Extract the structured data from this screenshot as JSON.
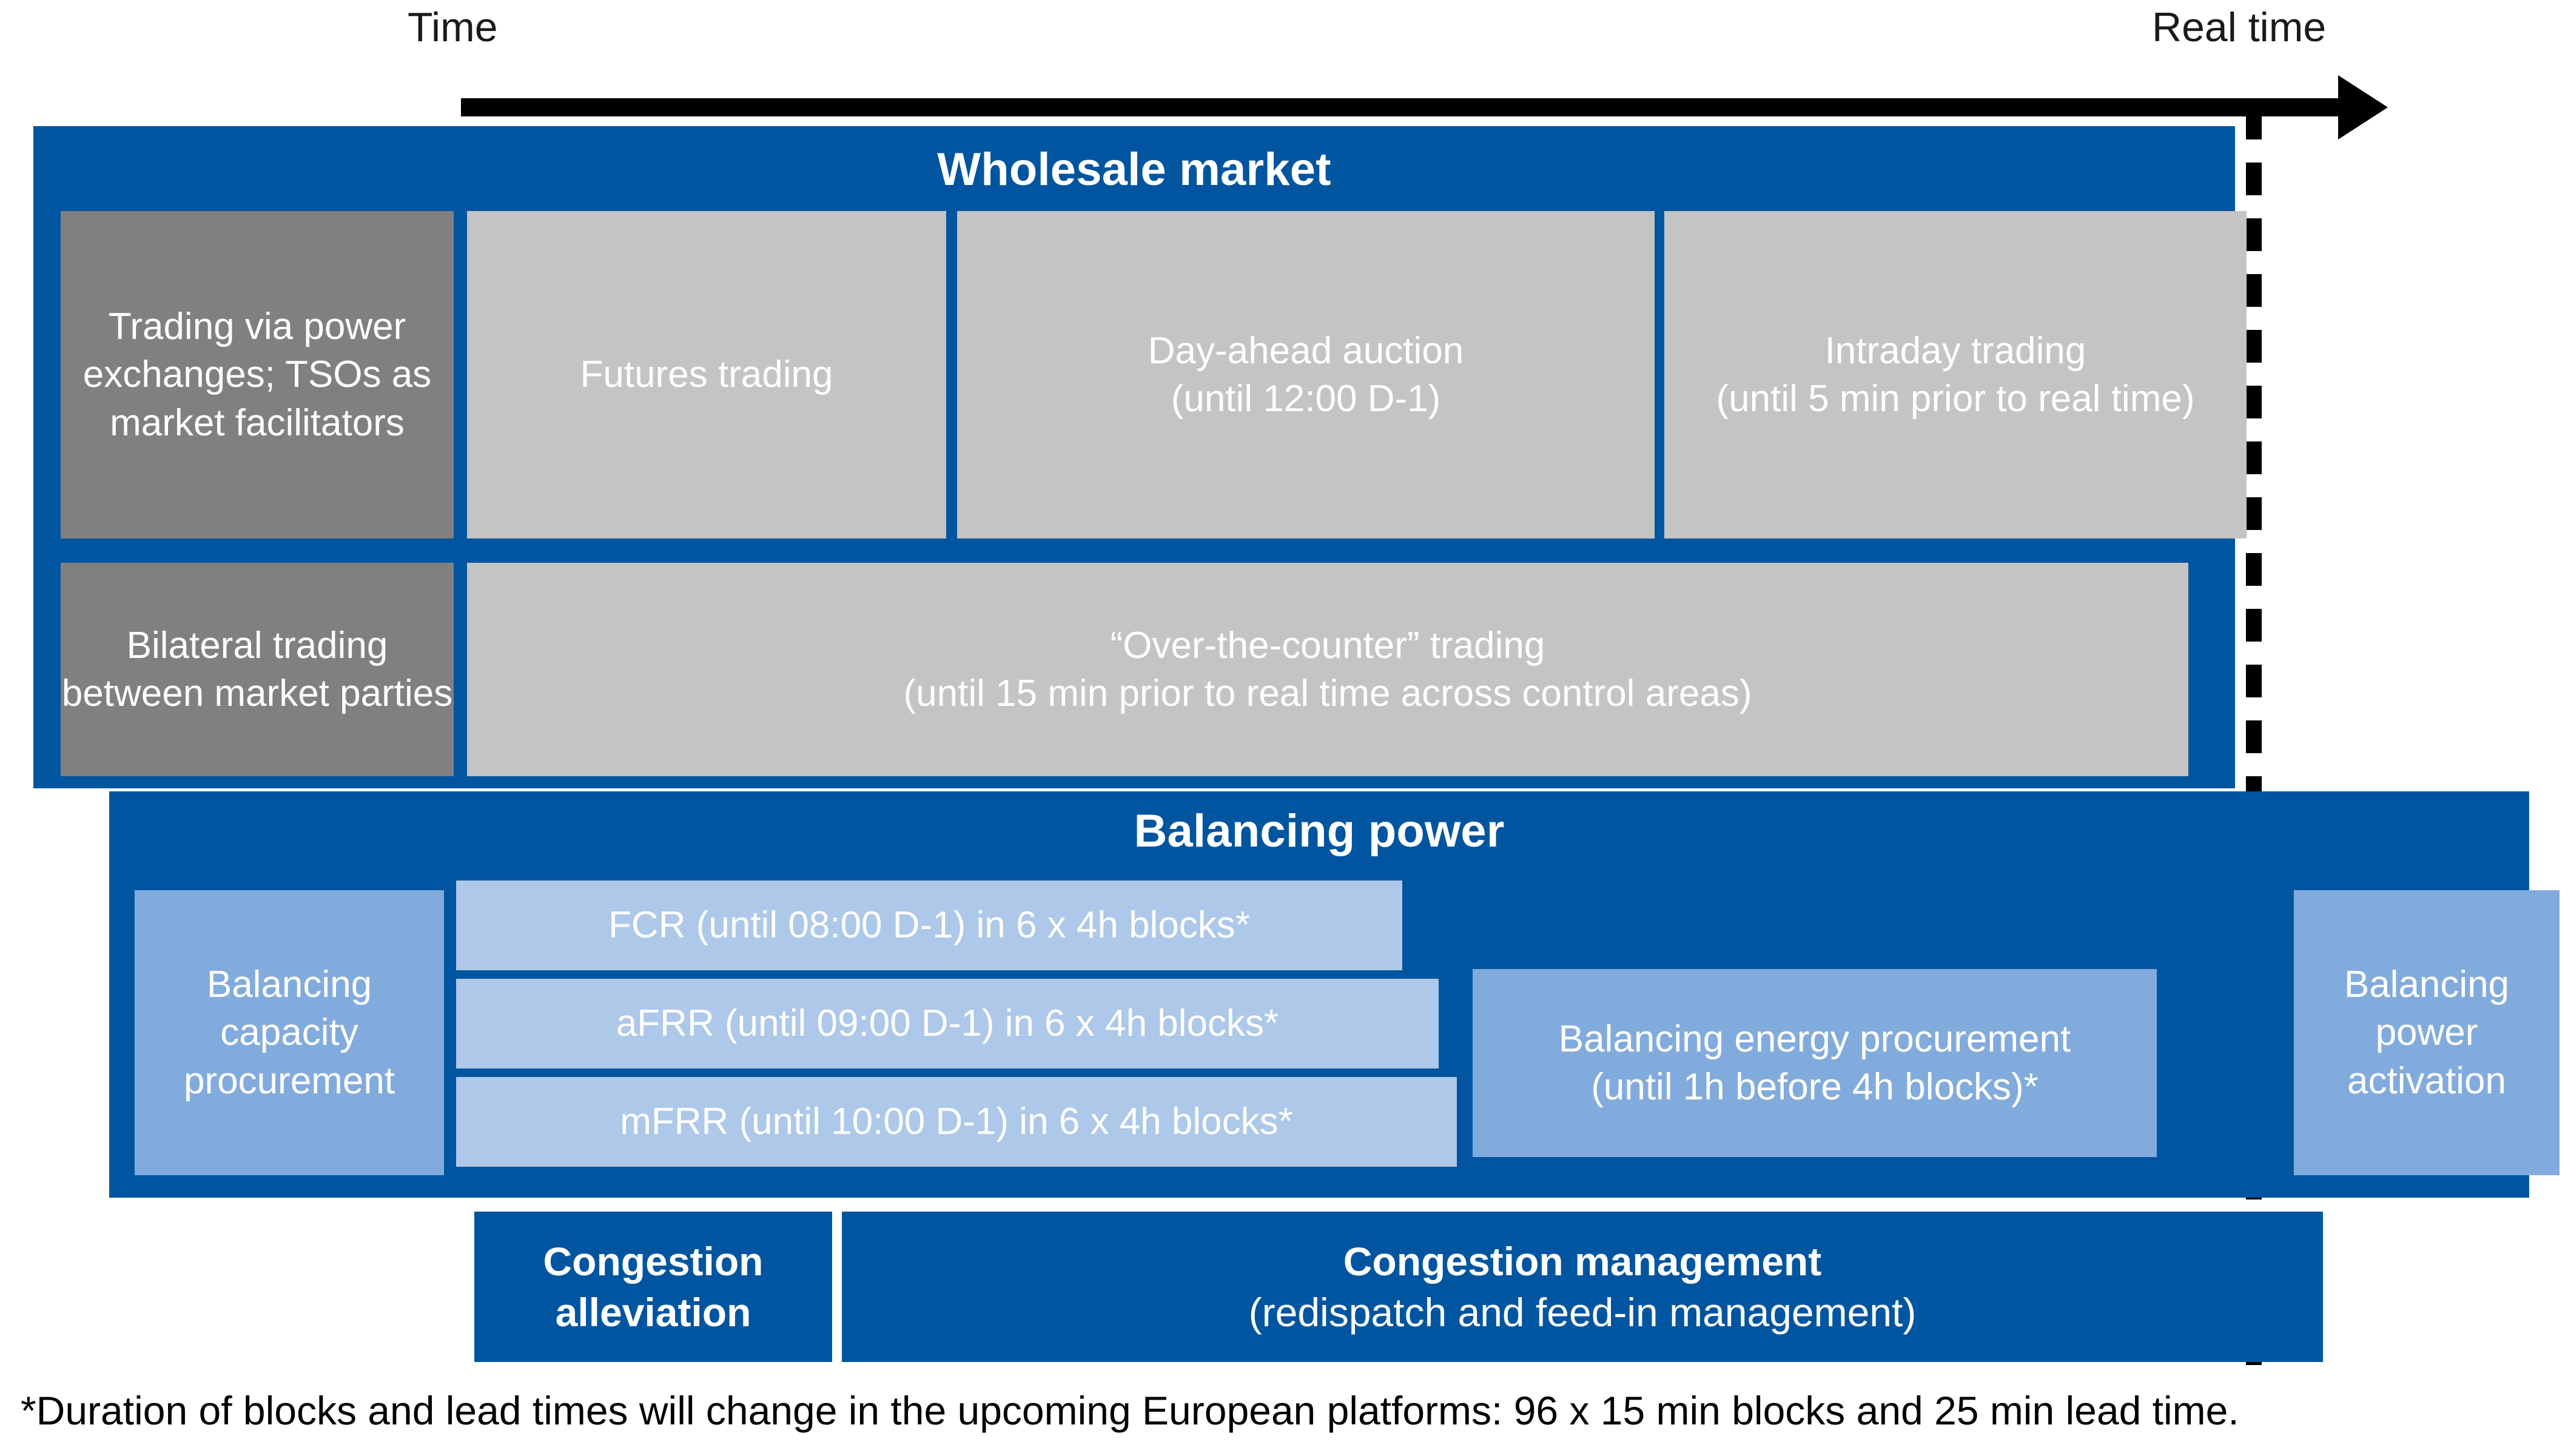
{
  "timeline": {
    "left_label": "Time",
    "right_label": "Real time",
    "arrow": "time-arrow",
    "realtime_marker": "dashed-vertical-line"
  },
  "wholesale": {
    "title": "Wholesale market",
    "row1": {
      "category": "Trading via power exchanges; TSOs as market facilitators",
      "items": [
        {
          "label": "Futures trading",
          "detail": ""
        },
        {
          "label": "Day-ahead auction",
          "detail": "(until 12:00 D-1)"
        },
        {
          "label": "Intraday trading",
          "detail": "(until 5 min prior to real time)"
        }
      ]
    },
    "row2": {
      "category": "Bilateral trading between market parties",
      "item": {
        "label": "“Over-the-counter” trading",
        "detail": "(until 15 min prior to real time across control areas)"
      }
    }
  },
  "balancing": {
    "title": "Balancing power",
    "capacity_label": "Balancing capacity procurement",
    "products": [
      {
        "label": "FCR (until 08:00 D-1) in 6 x 4h blocks*"
      },
      {
        "label": "aFRR (until 09:00 D-1) in 6 x 4h blocks*"
      },
      {
        "label": "mFRR (until 10:00 D-1) in 6 x 4h blocks*"
      }
    ],
    "energy_procurement": {
      "label": "Balancing energy procurement",
      "detail": "(until 1h before 4h blocks)*"
    },
    "activation_label": "Balancing power activation"
  },
  "congestion": {
    "alleviation_label": "Congestion alleviation",
    "management_title": "Congestion management",
    "management_detail": "(redispatch and feed-in management)"
  },
  "footnote": "*Duration of blocks and lead times will change in the upcoming European platforms: 96 x 15 min blocks and 25 min lead time.",
  "colors": {
    "panel_blue": "#0055A0",
    "gray_dark": "#808080",
    "gray_light": "#C4C4C4",
    "blue_mid": "#82ABDD",
    "blue_light": "#ADC8E8",
    "text_white": "#FFFFFF",
    "axis_black": "#000000"
  }
}
